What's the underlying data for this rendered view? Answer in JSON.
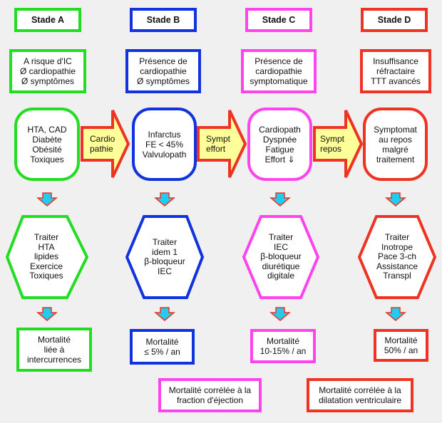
{
  "colors": {
    "green": "#22dd22",
    "blue": "#1133dd",
    "pink": "#ff44ee",
    "red": "#ee3322",
    "arrow_fill": "#ffff99",
    "small_arrow_fill": "#22ccee"
  },
  "stages": [
    {
      "header": "Stade A",
      "description": [
        "A risque d'IC",
        "Ø cardiopathie",
        "Ø symptômes"
      ],
      "conditions": [
        "HTA, CAD",
        "Diabète",
        "Obésité",
        "Toxiques"
      ],
      "treatment": [
        "Traiter",
        "HTA",
        "lipides",
        "Exercice",
        "Toxiques"
      ],
      "mortality": [
        "Mortalité",
        "liée à",
        "intercurrences"
      ]
    },
    {
      "header": "Stade B",
      "description": [
        "Présence de",
        "cardiopathie",
        "Ø symptômes"
      ],
      "conditions": [
        "Infarctus",
        "FE < 45%",
        "Valvulopath"
      ],
      "treatment": [
        "Traiter",
        "idem 1",
        "β-bloqueur",
        "IEC"
      ],
      "mortality": [
        "Mortalité",
        "≤ 5% / an"
      ]
    },
    {
      "header": "Stade C",
      "description": [
        "Présence de",
        "cardiopathie",
        "symptomatique"
      ],
      "conditions": [
        "Cardiopath",
        "Dyspnée",
        "Fatigue",
        "Effort ⇓"
      ],
      "treatment": [
        "Traiter",
        "IEC",
        "β-bloqueur",
        "diurétique",
        "digitale"
      ],
      "mortality": [
        "Mortalité",
        "10-15% / an"
      ]
    },
    {
      "header": "Stade D",
      "description": [
        "Insuffisance",
        "réfractaire",
        "TTT avancés"
      ],
      "conditions": [
        "Symptomat",
        "au repos",
        "malgré",
        "traitement"
      ],
      "treatment": [
        "Traiter",
        "Inotrope",
        "Pace 3-ch",
        "Assistance",
        "Transpl"
      ],
      "mortality": [
        "Mortalité",
        "50% / an"
      ]
    }
  ],
  "transitions": [
    [
      "Cardio",
      "pathie"
    ],
    [
      "Sympt",
      "effort"
    ],
    [
      "Sympt",
      "repos"
    ]
  ],
  "notes": [
    [
      "Mortalité corrélée à la",
      "fraction d'éjection"
    ],
    [
      "Mortalité corrélée à la",
      "dilatation ventriculaire"
    ]
  ]
}
